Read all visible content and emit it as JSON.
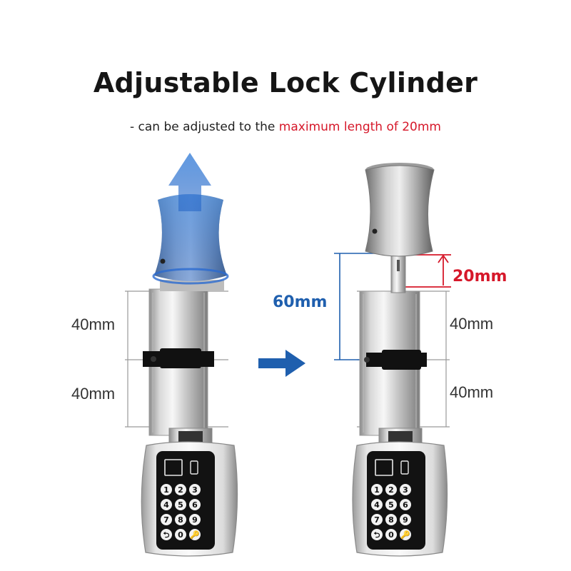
{
  "title": "Adjustable Lock Cylinder",
  "subtitle": {
    "prefix": "- can be adjusted to the ",
    "highlight": "maximum length of 20mm"
  },
  "left": {
    "upper": "40mm",
    "lower": "40mm"
  },
  "right": {
    "total": "60mm",
    "extension": "20mm",
    "upper": "40mm",
    "lower": "40mm"
  },
  "keypad": [
    "1",
    "2",
    "3",
    "4",
    "5",
    "6",
    "7",
    "8",
    "9",
    "⮌",
    "0",
    "🔑"
  ],
  "colors": {
    "accent_blue": "#1f5fae",
    "accent_red": "#d6182a",
    "lines": "#8a8a8a"
  }
}
